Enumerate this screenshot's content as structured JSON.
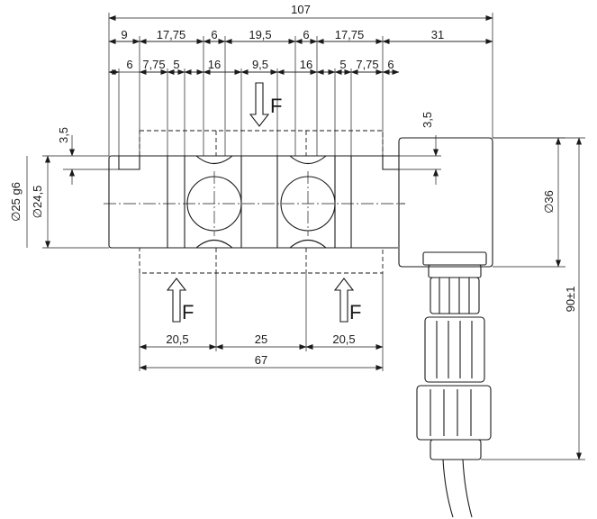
{
  "dimensions": {
    "overall_length": "107",
    "top_row": [
      "9",
      "17,75",
      "6",
      "19,5",
      "6",
      "17,75",
      "31"
    ],
    "second_row": [
      "6",
      "7,75",
      "5",
      "16",
      "9,5",
      "16",
      "5",
      "7,75",
      "6"
    ],
    "notch_depth_left": "3,5",
    "notch_depth_right": "3,5",
    "shaft_diameter": "∅25 g6",
    "body_diameter": "∅24,5",
    "housing_diameter": "∅36",
    "cable_length": "90±1",
    "bottom_row": [
      "20,5",
      "25",
      "20,5"
    ],
    "support_span": "67"
  },
  "forces": {
    "top": "F",
    "bottom_left": "F",
    "bottom_right": "F"
  }
}
